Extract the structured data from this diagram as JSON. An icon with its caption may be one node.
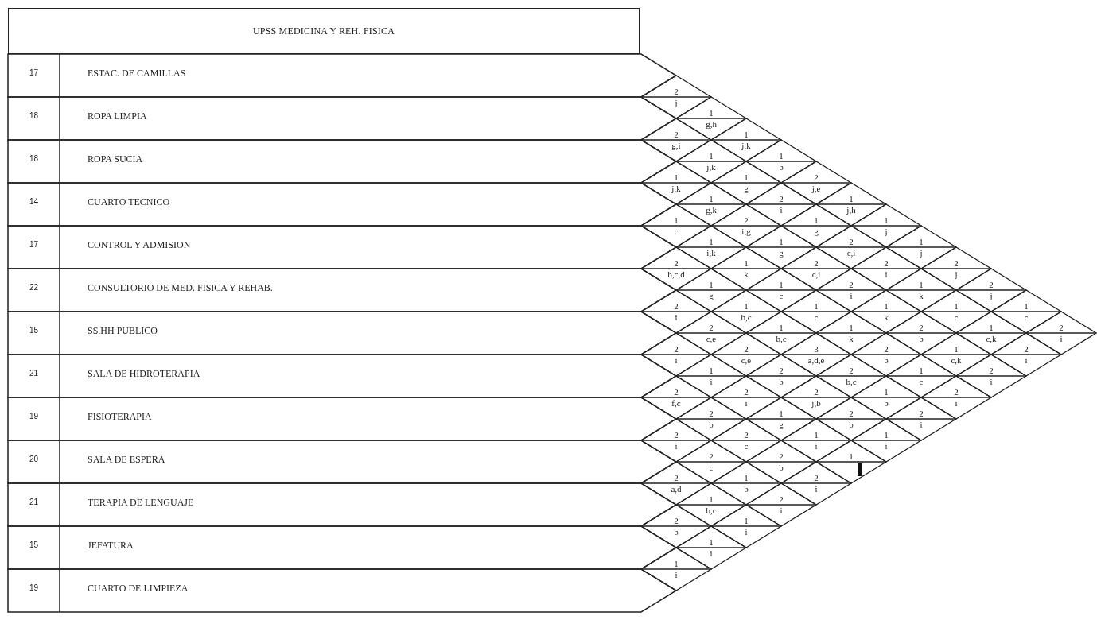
{
  "diagram": {
    "title": "UPSS MEDICINA Y REH. FISICA",
    "nodes": [
      {
        "text": [
          "17",
          "ESTAC. DE CAMILLAS"
        ]
      },
      {
        "text": [
          "18",
          "ROPA LIMPIA"
        ]
      },
      {
        "text": [
          "18",
          "ROPA SUCIA"
        ]
      },
      {
        "text": [
          "14",
          "CUARTO TECNICO"
        ]
      },
      {
        "text": [
          "17",
          "CONTROL Y ADMISION"
        ]
      },
      {
        "text": [
          "22",
          "CONSULTORIO DE MED. FISICA Y REHAB."
        ]
      },
      {
        "text": [
          "15",
          "SS.HH PUBLICO"
        ]
      },
      {
        "text": [
          "21",
          "SALA DE HIDROTERAPIA"
        ]
      },
      {
        "text": [
          "19",
          "FISIOTERAPIA"
        ]
      },
      {
        "text": [
          "20",
          "SALA DE ESPERA"
        ]
      },
      {
        "text": [
          "21",
          "TERAPIA DE LENGUAJE"
        ]
      },
      {
        "text": [
          "15",
          "JEFATURA"
        ]
      },
      {
        "text": [
          "19",
          "CUARTO DE LIMPIEZA"
        ]
      },
      {
        "text": [
          "2",
          "j"
        ]
      },
      {
        "text": [
          "1",
          "g,h"
        ]
      },
      {
        "text": [
          "2",
          "g,i"
        ]
      },
      {
        "text": [
          "1",
          "j,k"
        ]
      },
      {
        "text": [
          "1",
          "j,k"
        ]
      },
      {
        "text": [
          "1",
          "b"
        ]
      },
      {
        "text": [
          "1",
          "j,k"
        ]
      },
      {
        "text": [
          "1",
          "g"
        ]
      },
      {
        "text": [
          "2",
          "j,e"
        ]
      },
      {
        "text": [
          "1",
          "g,k"
        ]
      },
      {
        "text": [
          "2",
          "i"
        ]
      },
      {
        "text": [
          "1",
          "j,h"
        ]
      },
      {
        "text": [
          "1",
          "c"
        ]
      },
      {
        "text": [
          "2",
          "i,g"
        ]
      },
      {
        "text": [
          "1",
          "g"
        ]
      },
      {
        "text": [
          "1",
          "j"
        ]
      },
      {
        "text": [
          "1",
          "i,k"
        ]
      },
      {
        "text": [
          "1",
          "g"
        ]
      },
      {
        "text": [
          "2",
          "c,i"
        ]
      },
      {
        "text": [
          "1",
          "j"
        ]
      },
      {
        "text": [
          "2",
          "b,c,d"
        ]
      },
      {
        "text": [
          "1",
          "k"
        ]
      },
      {
        "text": [
          "2",
          "c,i"
        ]
      },
      {
        "text": [
          "2",
          "i"
        ]
      },
      {
        "text": [
          "2",
          "j"
        ]
      },
      {
        "text": [
          "1",
          "g"
        ]
      },
      {
        "text": [
          "1",
          "c"
        ]
      },
      {
        "text": [
          "2",
          "i"
        ]
      },
      {
        "text": [
          "1",
          "k"
        ]
      },
      {
        "text": [
          "2",
          "j"
        ]
      },
      {
        "text": [
          "2",
          "i"
        ]
      },
      {
        "text": [
          "1",
          "b,c"
        ]
      },
      {
        "text": [
          "1",
          "c"
        ]
      },
      {
        "text": [
          "1",
          "k"
        ]
      },
      {
        "text": [
          "1",
          "c"
        ]
      },
      {
        "text": [
          "1",
          "c"
        ]
      },
      {
        "text": [
          "2",
          "c,e"
        ]
      },
      {
        "text": [
          "1",
          "b,c"
        ]
      },
      {
        "text": [
          "1",
          "k"
        ]
      },
      {
        "text": [
          "2",
          "b"
        ]
      },
      {
        "text": [
          "1",
          "c,k"
        ]
      },
      {
        "text": [
          "2",
          "i"
        ]
      },
      {
        "text": [
          "2",
          "i"
        ]
      },
      {
        "text": [
          "2",
          "c,e"
        ]
      },
      {
        "text": [
          "3",
          "a,d,e"
        ]
      },
      {
        "text": [
          "2",
          "b"
        ]
      },
      {
        "text": [
          "1",
          "c,k"
        ]
      },
      {
        "text": [
          "2",
          "i"
        ]
      },
      {
        "text": [
          "1",
          "i"
        ]
      },
      {
        "text": [
          "2",
          "b"
        ]
      },
      {
        "text": [
          "2",
          "b,c"
        ]
      },
      {
        "text": [
          "1",
          "c"
        ]
      },
      {
        "text": [
          "2",
          "i"
        ]
      },
      {
        "text": [
          "2",
          "f,c"
        ]
      },
      {
        "text": [
          "2",
          "i"
        ]
      },
      {
        "text": [
          "2",
          "j,b"
        ]
      },
      {
        "text": [
          "1",
          "b"
        ]
      },
      {
        "text": [
          "2",
          "i"
        ]
      },
      {
        "text": [
          "2",
          "b"
        ]
      },
      {
        "text": [
          "1",
          "g"
        ]
      },
      {
        "text": [
          "2",
          "b"
        ]
      },
      {
        "text": [
          "2",
          "i"
        ]
      },
      {
        "text": [
          "2",
          "i"
        ]
      },
      {
        "text": [
          "2",
          "c"
        ]
      },
      {
        "text": [
          "1",
          "i"
        ]
      },
      {
        "text": [
          "1",
          "i"
        ]
      },
      {
        "text": [
          "2",
          "c"
        ]
      },
      {
        "text": [
          "2",
          "b"
        ]
      },
      {
        "text": [
          "1"
        ]
      },
      {
        "text": [
          "2",
          "a,d"
        ]
      },
      {
        "text": [
          "1",
          "b"
        ]
      },
      {
        "text": [
          "2",
          "i"
        ]
      },
      {
        "text": [
          "1",
          "b,c"
        ]
      },
      {
        "text": [
          "2",
          "i"
        ]
      },
      {
        "text": [
          "2",
          "b"
        ]
      },
      {
        "text": [
          "1",
          "i"
        ]
      },
      {
        "text": [
          "1",
          "i"
        ]
      },
      {
        "text": [
          "1",
          "i"
        ]
      }
    ]
  }
}
